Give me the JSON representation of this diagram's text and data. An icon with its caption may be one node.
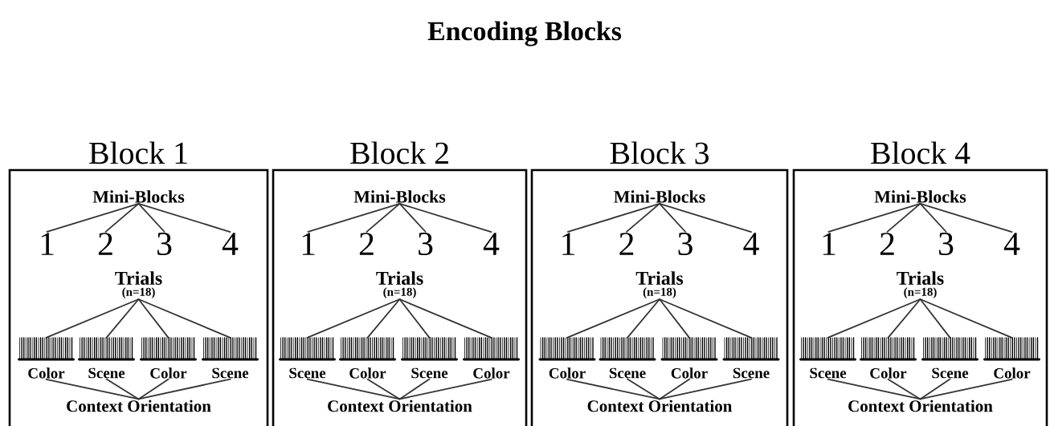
{
  "diagram": {
    "title": "Encoding Blocks",
    "nodes": [
      {
        "text": [
          "Block 1"
        ]
      },
      {
        "text": [
          "Mini-Blocks"
        ],
        "in": 0
      },
      {
        "text": [
          "1"
        ],
        "in": 0
      },
      {
        "text": [
          "2"
        ],
        "in": 0
      },
      {
        "text": [
          "3"
        ],
        "in": 0
      },
      {
        "text": [
          "4"
        ],
        "in": 0
      },
      {
        "text": [
          "Trials",
          "(n=18)"
        ],
        "in": 0
      },
      {
        "text": [],
        "shape": "bar",
        "in": 0
      },
      {
        "text": [],
        "shape": "bar",
        "in": 0
      },
      {
        "text": [],
        "shape": "bar",
        "in": 0
      },
      {
        "text": [],
        "shape": "bar",
        "in": 0
      },
      {
        "text": [
          "Color"
        ],
        "in": 0
      },
      {
        "text": [
          "Scene"
        ],
        "in": 0
      },
      {
        "text": [
          "Color"
        ],
        "in": 0
      },
      {
        "text": [
          "Scene"
        ],
        "in": 0
      },
      {
        "text": [
          "Context Orientation"
        ],
        "in": 0
      },
      {
        "text": [
          "Block 2"
        ]
      },
      {
        "text": [
          "Mini-Blocks"
        ],
        "in": 16
      },
      {
        "text": [
          "1"
        ],
        "in": 16
      },
      {
        "text": [
          "2"
        ],
        "in": 16
      },
      {
        "text": [
          "3"
        ],
        "in": 16
      },
      {
        "text": [
          "4"
        ],
        "in": 16
      },
      {
        "text": [
          "Trials",
          "(n=18)"
        ],
        "in": 16
      },
      {
        "text": [],
        "shape": "bar",
        "in": 16
      },
      {
        "text": [],
        "shape": "bar",
        "in": 16
      },
      {
        "text": [],
        "shape": "bar",
        "in": 16
      },
      {
        "text": [],
        "shape": "bar",
        "in": 16
      },
      {
        "text": [
          "Scene"
        ],
        "in": 16
      },
      {
        "text": [
          "Color"
        ],
        "in": 16
      },
      {
        "text": [
          "Scene"
        ],
        "in": 16
      },
      {
        "text": [
          "Color"
        ],
        "in": 16
      },
      {
        "text": [
          "Context Orientation"
        ],
        "in": 16
      },
      {
        "text": [
          "Block 3"
        ]
      },
      {
        "text": [
          "Mini-Blocks"
        ],
        "in": 32
      },
      {
        "text": [
          "1"
        ],
        "in": 32
      },
      {
        "text": [
          "2"
        ],
        "in": 32
      },
      {
        "text": [
          "3"
        ],
        "in": 32
      },
      {
        "text": [
          "4"
        ],
        "in": 32
      },
      {
        "text": [
          "Trials",
          "(n=18)"
        ],
        "in": 32
      },
      {
        "text": [],
        "shape": "bar",
        "in": 32
      },
      {
        "text": [],
        "shape": "bar",
        "in": 32
      },
      {
        "text": [],
        "shape": "bar",
        "in": 32
      },
      {
        "text": [],
        "shape": "bar",
        "in": 32
      },
      {
        "text": [
          "Color"
        ],
        "in": 32
      },
      {
        "text": [
          "Scene"
        ],
        "in": 32
      },
      {
        "text": [
          "Color"
        ],
        "in": 32
      },
      {
        "text": [
          "Scene"
        ],
        "in": 32
      },
      {
        "text": [
          "Context Orientation"
        ],
        "in": 32
      },
      {
        "text": [
          "Block 4"
        ]
      },
      {
        "text": [
          "Mini-Blocks"
        ],
        "in": 48
      },
      {
        "text": [
          "1"
        ],
        "in": 48
      },
      {
        "text": [
          "2"
        ],
        "in": 48
      },
      {
        "text": [
          "3"
        ],
        "in": 48
      },
      {
        "text": [
          "4"
        ],
        "in": 48
      },
      {
        "text": [
          "Trials",
          "(n=18)"
        ],
        "in": 48
      },
      {
        "text": [],
        "shape": "bar",
        "in": 48
      },
      {
        "text": [],
        "shape": "bar",
        "in": 48
      },
      {
        "text": [],
        "shape": "bar",
        "in": 48
      },
      {
        "text": [],
        "shape": "bar",
        "in": 48
      },
      {
        "text": [
          "Scene"
        ],
        "in": 48
      },
      {
        "text": [
          "Color"
        ],
        "in": 48
      },
      {
        "text": [
          "Scene"
        ],
        "in": 48
      },
      {
        "text": [
          "Color"
        ],
        "in": 48
      },
      {
        "text": [
          "Context Orientation"
        ],
        "in": 48
      }
    ],
    "edges": [
      {
        "from": 1,
        "to": 2,
        "arrow": "none"
      },
      {
        "from": 1,
        "to": 3,
        "arrow": "none"
      },
      {
        "from": 1,
        "to": 4,
        "arrow": "none"
      },
      {
        "from": 1,
        "to": 5,
        "arrow": "none"
      },
      {
        "from": 6,
        "to": 7,
        "arrow": "none"
      },
      {
        "from": 6,
        "to": 8,
        "arrow": "none"
      },
      {
        "from": 6,
        "to": 9,
        "arrow": "none"
      },
      {
        "from": 6,
        "to": 10,
        "arrow": "none"
      },
      {
        "from": 11,
        "to": 15,
        "arrow": "none"
      },
      {
        "from": 12,
        "to": 15,
        "arrow": "none"
      },
      {
        "from": 13,
        "to": 15,
        "arrow": "none"
      },
      {
        "from": 14,
        "to": 15,
        "arrow": "none"
      },
      {
        "from": 17,
        "to": 18,
        "arrow": "none"
      },
      {
        "from": 17,
        "to": 19,
        "arrow": "none"
      },
      {
        "from": 17,
        "to": 20,
        "arrow": "none"
      },
      {
        "from": 17,
        "to": 21,
        "arrow": "none"
      },
      {
        "from": 22,
        "to": 23,
        "arrow": "none"
      },
      {
        "from": 22,
        "to": 24,
        "arrow": "none"
      },
      {
        "from": 22,
        "to": 25,
        "arrow": "none"
      },
      {
        "from": 22,
        "to": 26,
        "arrow": "none"
      },
      {
        "from": 27,
        "to": 31,
        "arrow": "none"
      },
      {
        "from": 28,
        "to": 31,
        "arrow": "none"
      },
      {
        "from": 29,
        "to": 31,
        "arrow": "none"
      },
      {
        "from": 30,
        "to": 31,
        "arrow": "none"
      },
      {
        "from": 33,
        "to": 34,
        "arrow": "none"
      },
      {
        "from": 33,
        "to": 35,
        "arrow": "none"
      },
      {
        "from": 33,
        "to": 36,
        "arrow": "none"
      },
      {
        "from": 33,
        "to": 37,
        "arrow": "none"
      },
      {
        "from": 38,
        "to": 39,
        "arrow": "none"
      },
      {
        "from": 38,
        "to": 40,
        "arrow": "none"
      },
      {
        "from": 38,
        "to": 41,
        "arrow": "none"
      },
      {
        "from": 38,
        "to": 42,
        "arrow": "none"
      },
      {
        "from": 43,
        "to": 47,
        "arrow": "none"
      },
      {
        "from": 44,
        "to": 47,
        "arrow": "none"
      },
      {
        "from": 45,
        "to": 47,
        "arrow": "none"
      },
      {
        "from": 46,
        "to": 47,
        "arrow": "none"
      },
      {
        "from": 49,
        "to": 50,
        "arrow": "none"
      },
      {
        "from": 49,
        "to": 51,
        "arrow": "none"
      },
      {
        "from": 49,
        "to": 52,
        "arrow": "none"
      },
      {
        "from": 49,
        "to": 53,
        "arrow": "none"
      },
      {
        "from": 54,
        "to": 55,
        "arrow": "none"
      },
      {
        "from": 54,
        "to": 56,
        "arrow": "none"
      },
      {
        "from": 54,
        "to": 57,
        "arrow": "none"
      },
      {
        "from": 54,
        "to": 58,
        "arrow": "none"
      },
      {
        "from": 59,
        "to": 63,
        "arrow": "none"
      },
      {
        "from": 60,
        "to": 63,
        "arrow": "none"
      },
      {
        "from": 61,
        "to": 63,
        "arrow": "none"
      },
      {
        "from": 62,
        "to": 63,
        "arrow": "none"
      }
    ]
  }
}
